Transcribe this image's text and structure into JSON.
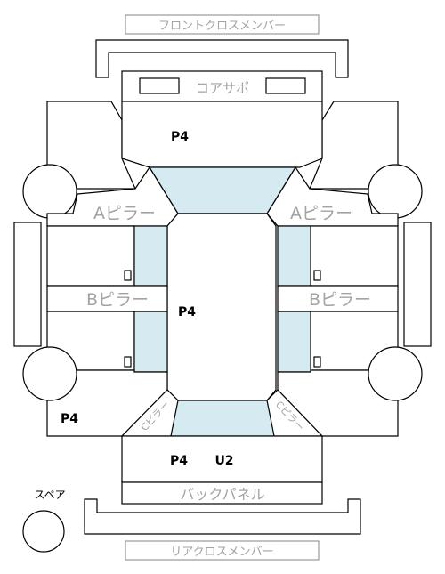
{
  "labels": {
    "front_cross_member": "フロントクロスメンバー",
    "core_support": "コアサポ",
    "a_pillar_left": "Aピラー",
    "a_pillar_right": "Aピラー",
    "b_pillar_left": "Bピラー",
    "b_pillar_right": "Bピラー",
    "c_pillar_left": "Cピラー",
    "c_pillar_right": "Cピラー",
    "back_panel": "バックパネル",
    "rear_cross_member": "リアクロスメンバー",
    "spare": "スペア"
  },
  "marks": {
    "hood": "P4",
    "roof": "P4",
    "rear_left": "P4",
    "trunk": "P4",
    "trunk_extra": "U2"
  },
  "colors": {
    "line": "#000000",
    "glass": "#d5ebf1",
    "label_gray": "#a3a3a3"
  }
}
